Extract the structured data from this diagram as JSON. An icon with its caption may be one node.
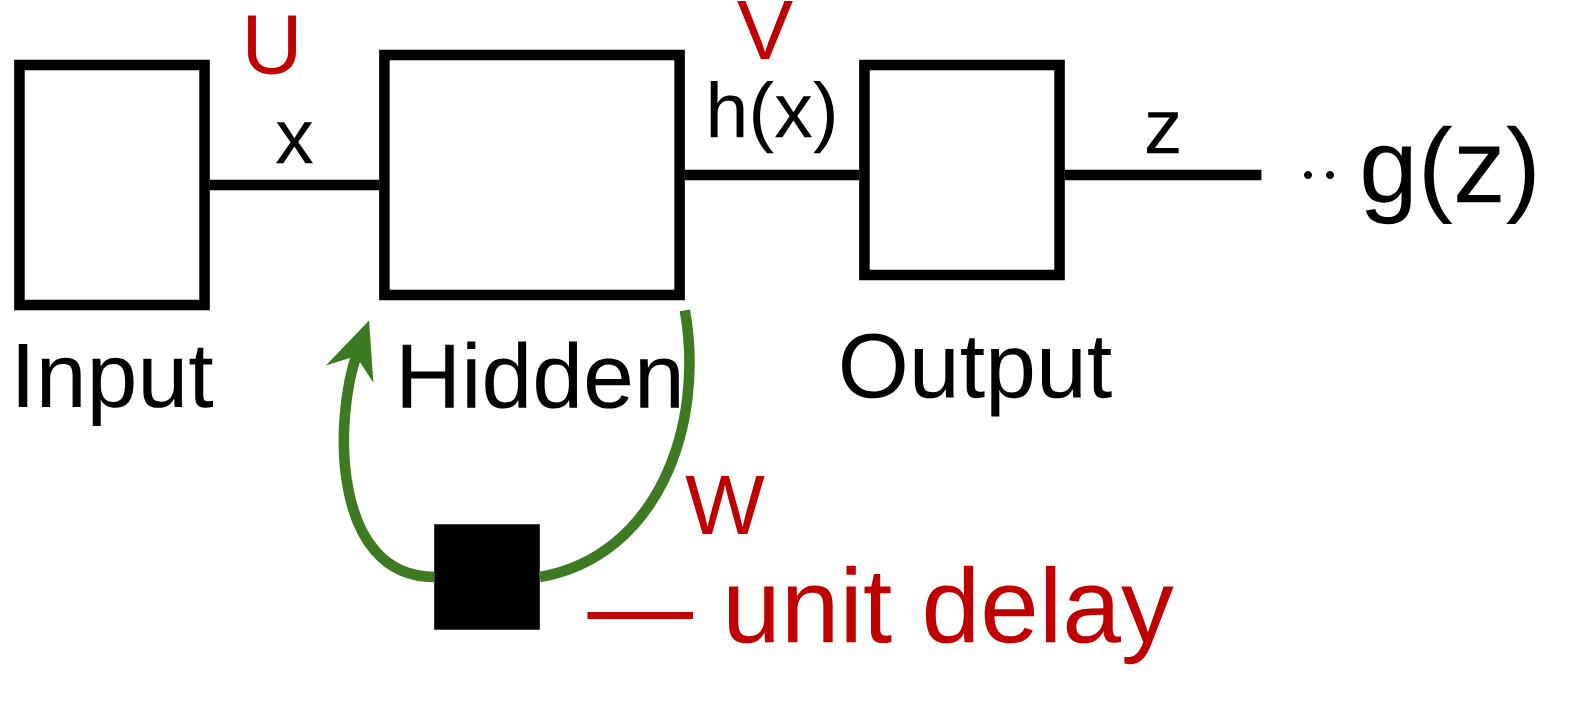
{
  "diagram": {
    "nodes": [
      {
        "text": [
          "Input"
        ]
      },
      {
        "text": [
          "Hidden"
        ]
      },
      {
        "text": [
          "Output"
        ]
      },
      {
        "text": [
          "g(z)"
        ]
      },
      {
        "text": [],
        "shape": "box",
        "beside": [
          "— unit delay"
        ]
      }
    ],
    "edges": [
      {
        "from": 0,
        "to": 1,
        "arrow": "none",
        "label": "x"
      },
      {
        "from": 1,
        "to": 2,
        "arrow": "none",
        "label": "h(x)"
      },
      {
        "from": 2,
        "to": 3,
        "arrow": "none",
        "label": "z"
      },
      {
        "from": 4,
        "to": 1,
        "arrow": "to",
        "color": "#3d7a22"
      },
      {
        "from": 1,
        "to": 4,
        "arrow": "none",
        "color": "#3d7a22"
      }
    ],
    "labels": [
      "U",
      "V",
      "W"
    ]
  }
}
